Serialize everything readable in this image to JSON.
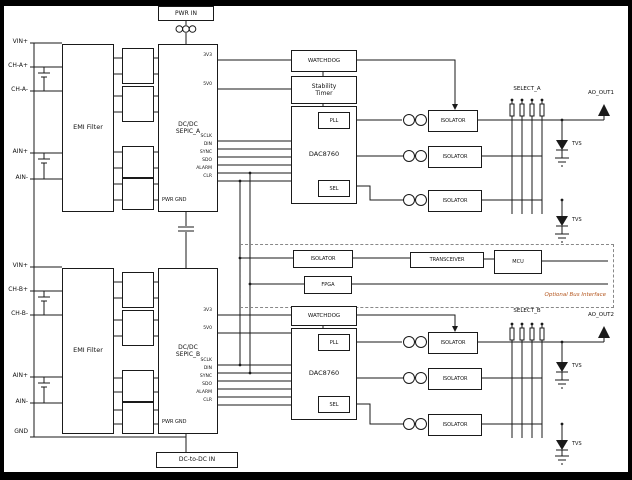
{
  "top": {
    "pwr_label": "PWR IN",
    "inputs": [
      "VIN+",
      "CH-A+",
      "CH-A-",
      "AIN+",
      "AIN-"
    ],
    "emi_label": "EMI Filter",
    "dcdc_label": "DC/DC SEPIC_A",
    "dcdc_gnd_label": "PWR GND",
    "pin_3v3": "3V3",
    "pin_5v0": "5V0",
    "spi_pins": [
      "SCLK",
      "DIN",
      "SYNC",
      "SDO",
      "ALARM",
      "CLR"
    ],
    "watchdog_label": "WATCHDOG",
    "stability_label": "Stability Timer",
    "pll_label": "PLL",
    "dac_label": "DAC8760",
    "sel_label": "SEL",
    "isolator_labels": [
      "ISOLATOR",
      "ISOLATOR",
      "ISOLATOR"
    ],
    "select_label": "SELECT_A",
    "out_label": "AO_OUT1",
    "tvs_labels": [
      "TVS",
      "TVS"
    ]
  },
  "mid": {
    "iso_label": "ISOLATOR",
    "fpga_label": "FPGA",
    "transceiver_label": "TRANSCEIVER",
    "mcu_label": "MCU",
    "note": "Optional Bus Interface"
  },
  "bottom": {
    "inputs": [
      "VIN+",
      "CH-B+",
      "CH-B-",
      "AIN+",
      "AIN-",
      "GND"
    ],
    "emi_label": "EMI Filter",
    "dcdc_label": "DC/DC SEPIC_B",
    "dcdc_gnd_label": "PWR GND",
    "pin_3v3": "3V3",
    "pin_5v0": "5V0",
    "spi_pins": [
      "SCLK",
      "DIN",
      "SYNC",
      "SDO",
      "ALARM",
      "CLR"
    ],
    "watchdog_label": "WATCHDOG",
    "pll_label": "PLL",
    "dac_label": "DAC8760",
    "sel_label": "SEL",
    "isolator_labels": [
      "ISOLATOR",
      "ISOLATOR",
      "ISOLATOR"
    ],
    "select_label": "SELECT_B",
    "out_label": "AO_OUT2",
    "tvs_labels": [
      "TVS",
      "TVS"
    ],
    "dcdc_in_label": "DC-to-DC IN"
  }
}
